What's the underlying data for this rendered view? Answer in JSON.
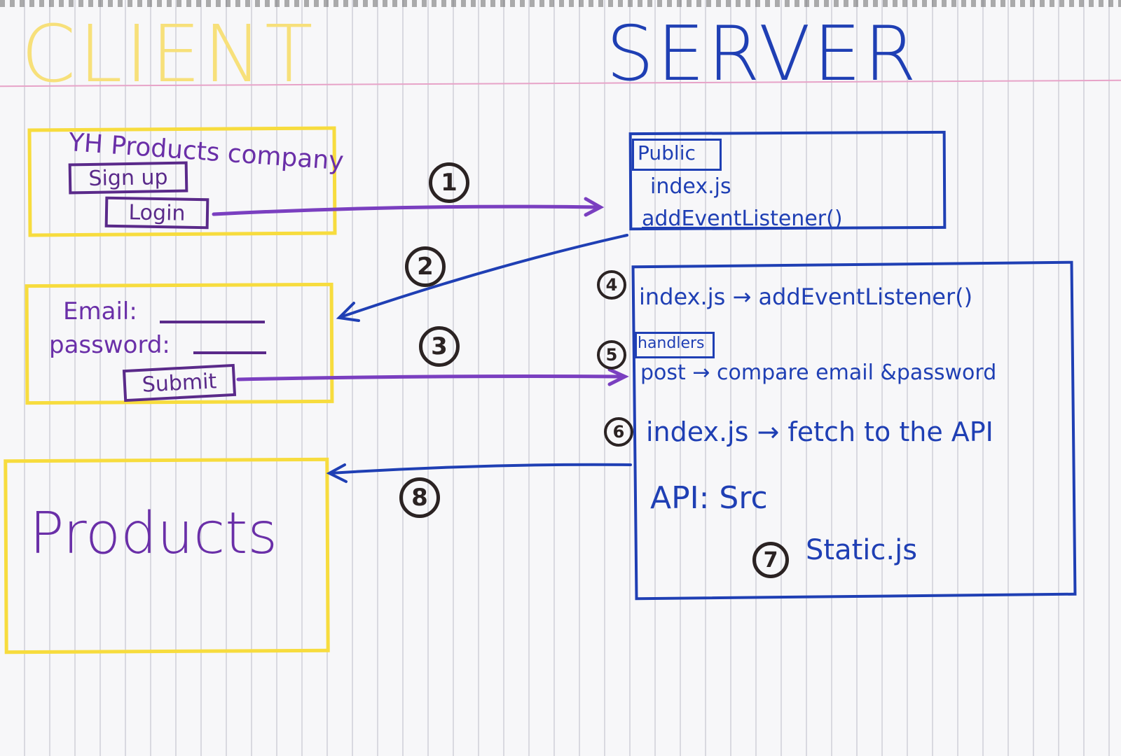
{
  "headings": {
    "client": "CLIENT",
    "server": "SERVER"
  },
  "client": {
    "landing": {
      "title": "YH Products company",
      "signup": "Sign up",
      "login": "Login"
    },
    "form": {
      "email_label": "Email:",
      "password_label": "password:",
      "submit": "Submit"
    },
    "products": {
      "label": "Products"
    }
  },
  "server": {
    "public_box": {
      "tag": "Public",
      "line1": "index.js",
      "line2": "addEventListener()"
    },
    "main_box": {
      "line4": "index.js → addEventListener()",
      "handlers_tag": "handlers",
      "line5": "post → compare email &password",
      "line6": "index.js → fetch to the API",
      "api_line": "API: Src",
      "line7": "Static.js"
    }
  },
  "steps": {
    "s1": "1",
    "s2": "2",
    "s3": "3",
    "s4": "4",
    "s5": "5",
    "s6": "6",
    "s7": "7",
    "s8": "8"
  },
  "colors": {
    "client": "#f7dc3e",
    "server": "#1f3fb4",
    "ui_text": "#6a2fa8",
    "step": "#2b2323"
  }
}
